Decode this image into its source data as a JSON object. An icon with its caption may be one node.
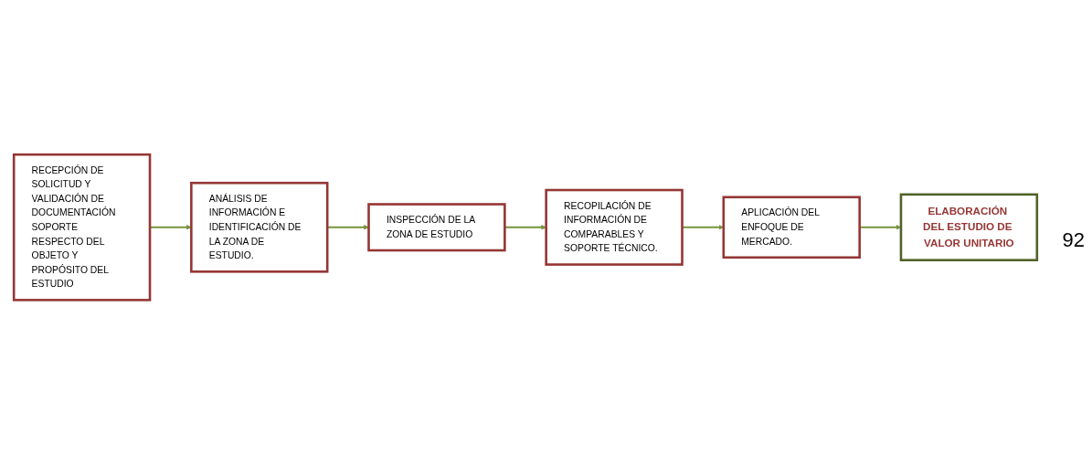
{
  "diagram": {
    "nodes": [
      {
        "text": [
          "RECEPCIÓN DE SOLICITUD Y VALIDACIÓN DE DOCUMENTACIÓN SOPORTE RESPECTO DEL OBJETO Y PROPÓSITO DEL ESTUDIO"
        ]
      },
      {
        "text": [
          "ANÁLISIS DE INFORMACIÓN E IDENTIFICACIÓN DE LA ZONA DE ESTUDIO."
        ]
      },
      {
        "text": [
          "INSPECCIÓN DE LA ZONA DE ESTUDIO"
        ]
      },
      {
        "text": [
          "ELABORACIÓN DEL ESTUDIO DE VALOR UNITARIO"
        ]
      },
      {
        "text": [
          "APLICACIÓN DEL ENFOQUE DE MERCADO."
        ]
      },
      {
        "text": [
          "RECOPILACIÓN DE INFORMACIÓN DE COMPARABLES Y SOPORTE TÉCNICO."
        ]
      }
    ],
    "edges": [
      {
        "from": 0,
        "to": 1,
        "arrow": "to"
      },
      {
        "from": 1,
        "to": 2,
        "arrow": "to"
      },
      {
        "from": 2,
        "to": 5,
        "arrow": "to"
      },
      {
        "from": 5,
        "to": 4,
        "arrow": "to"
      },
      {
        "from": 4,
        "to": 3,
        "arrow": "to"
      }
    ],
    "labels": [
      "92"
    ]
  }
}
